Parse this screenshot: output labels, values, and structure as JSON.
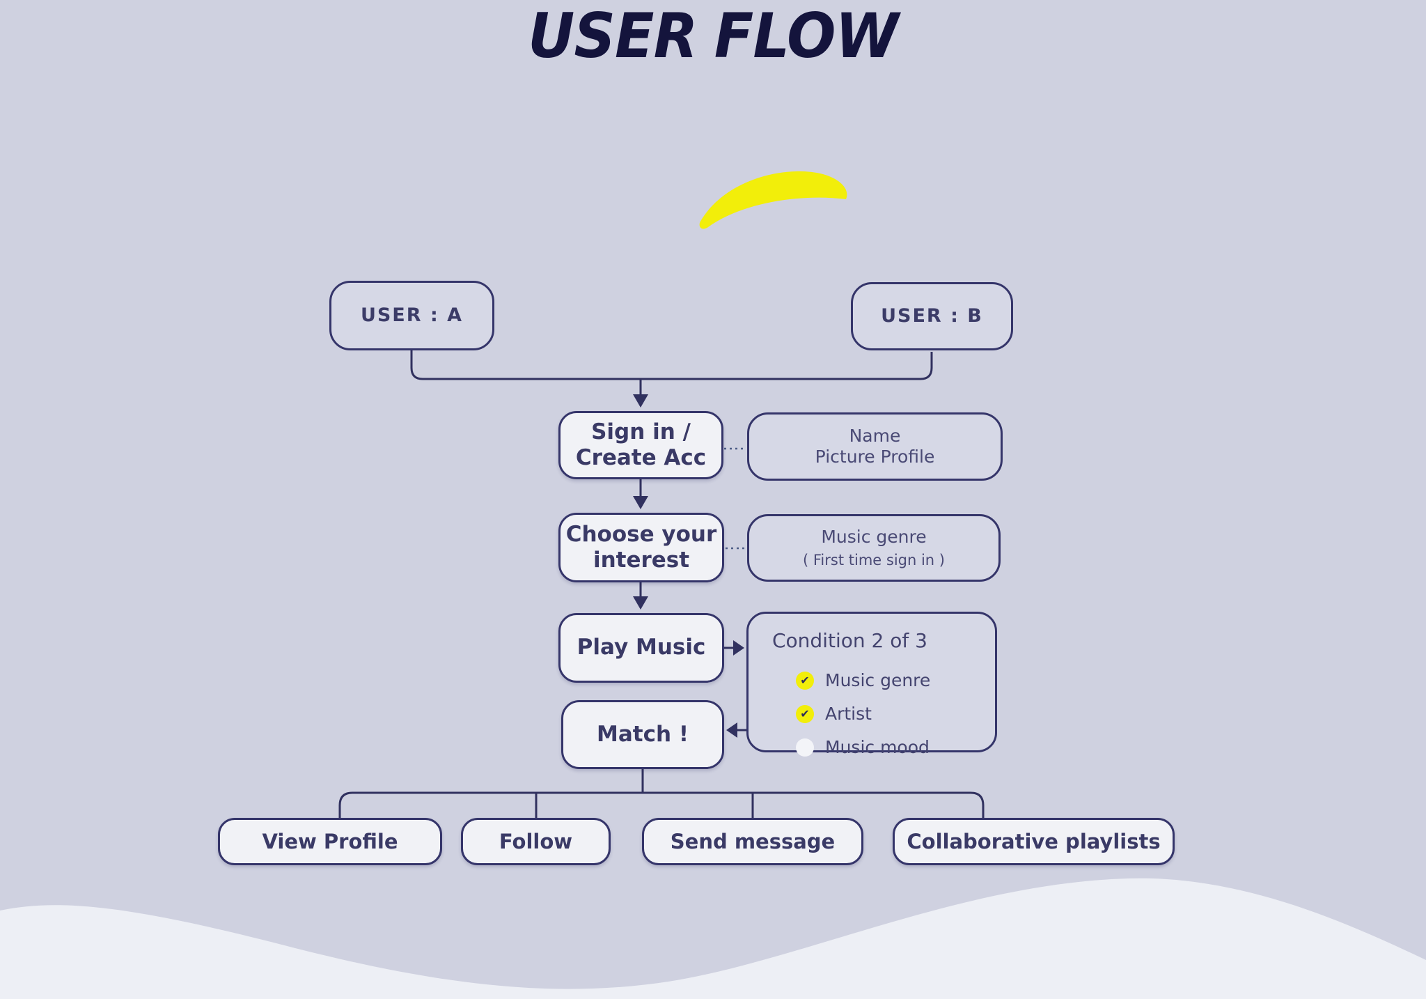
{
  "title": {
    "part1": "USER",
    "part2": "FLOW"
  },
  "nodes": {
    "user_a": "USER : A",
    "user_b": "USER : B",
    "sign_in_line1": "Sign in /",
    "sign_in_line2": "Create Acc",
    "choose_line1": "Choose your",
    "choose_line2": "interest",
    "play": "Play Music",
    "match": "Match !"
  },
  "notes": {
    "profile": {
      "line1": "Name",
      "line2": "Picture Profile"
    },
    "genre": {
      "line1": "Music genre",
      "line2": "( First time sign in )"
    }
  },
  "condition": {
    "heading": "Condition 2 of 3",
    "items": [
      {
        "label": "Music genre",
        "checked": true
      },
      {
        "label": "Artist",
        "checked": true
      },
      {
        "label": "Music mood",
        "checked": false
      }
    ]
  },
  "actions": {
    "view_profile": "View Profile",
    "follow": "Follow",
    "send_message": "Send message",
    "collab": "Collaborative playlists"
  },
  "colors": {
    "background": "#cfd1e0",
    "box_fill": "#f1f2f6",
    "outline_navy": "#35356a",
    "connector_navy": "#31315f",
    "dotted_slate": "#4e5d86",
    "text_navy": "#3e3e6e",
    "title_navy": "#14143c",
    "highlight_yellow": "#f2ee0a",
    "check_yellow": "#f2ee0a",
    "unchecked_dot": "#f3f4f8",
    "wave_white": "#edeff5"
  }
}
